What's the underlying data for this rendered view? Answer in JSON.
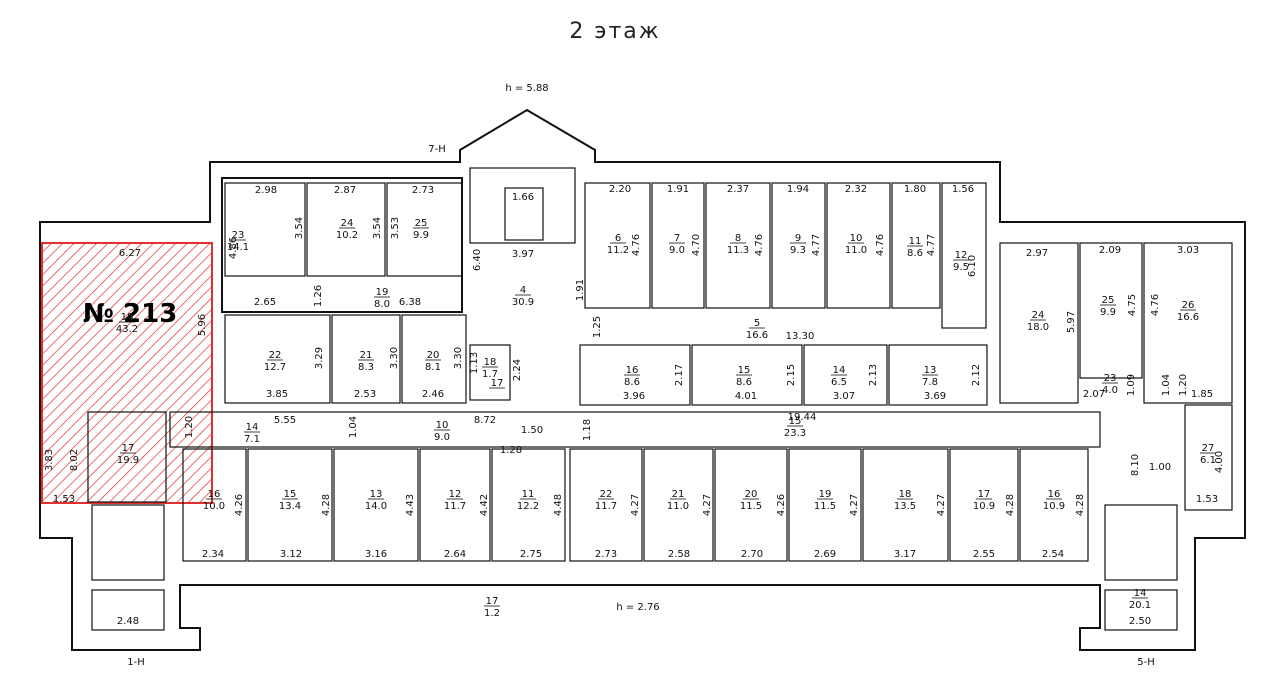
{
  "floor_title": "2 этаж",
  "highlight_label": "№ 213",
  "highlight_color": "#e03030",
  "markers": {
    "h_top": "h = 5.88",
    "h_bottom": "h = 2.76",
    "entrance_7": "7-Н",
    "entrance_1": "1-Н",
    "entrance_5": "5-Н"
  },
  "rooms": [
    {
      "num": "18",
      "area": "43.2"
    },
    {
      "num": "23",
      "area": "14.1"
    },
    {
      "num": "24",
      "area": "10.2"
    },
    {
      "num": "25",
      "area": "9.9"
    },
    {
      "num": "19",
      "area": "8.0"
    },
    {
      "num": "4",
      "area": "30.9"
    },
    {
      "num": "22",
      "area": "12.7"
    },
    {
      "num": "21",
      "area": "8.3"
    },
    {
      "num": "20",
      "area": "8.1"
    },
    {
      "num": "18",
      "area": "1.7"
    },
    {
      "num": "17",
      "area": ""
    },
    {
      "num": "6",
      "area": "11.2"
    },
    {
      "num": "7",
      "area": "9.0"
    },
    {
      "num": "8",
      "area": "11.3"
    },
    {
      "num": "9",
      "area": "9.3"
    },
    {
      "num": "10",
      "area": "11.0"
    },
    {
      "num": "11",
      "area": "8.6"
    },
    {
      "num": "12",
      "area": "9.5"
    },
    {
      "num": "5",
      "area": "16.6"
    },
    {
      "num": "16",
      "area": "8.6"
    },
    {
      "num": "15",
      "area": "8.6"
    },
    {
      "num": "14",
      "area": "6.5"
    },
    {
      "num": "13",
      "area": "7.8"
    },
    {
      "num": "24",
      "area": "18.0"
    },
    {
      "num": "25",
      "area": "9.9"
    },
    {
      "num": "26",
      "area": "16.6"
    },
    {
      "num": "23",
      "area": "4.0"
    },
    {
      "num": "17",
      "area": "19.9"
    },
    {
      "num": "14",
      "area": "7.1"
    },
    {
      "num": "10",
      "area": "9.0"
    },
    {
      "num": "15",
      "area": "23.3"
    },
    {
      "num": "16",
      "area": "10.0"
    },
    {
      "num": "15",
      "area": "13.4"
    },
    {
      "num": "13",
      "area": "14.0"
    },
    {
      "num": "12",
      "area": "11.7"
    },
    {
      "num": "11",
      "area": "12.2"
    },
    {
      "num": "22",
      "area": "11.7"
    },
    {
      "num": "21",
      "area": "11.0"
    },
    {
      "num": "20",
      "area": "11.5"
    },
    {
      "num": "19",
      "area": "11.5"
    },
    {
      "num": "18",
      "area": "13.5"
    },
    {
      "num": "17",
      "area": "10.9"
    },
    {
      "num": "16",
      "area": "10.9"
    },
    {
      "num": "27",
      "area": "6.1"
    },
    {
      "num": "17",
      "area": "1.2"
    },
    {
      "num": "14",
      "area": "20.1"
    }
  ],
  "dims": [
    "6.27",
    "5.96",
    "8.02",
    "3.83",
    "1.53",
    "2.98",
    "2.87",
    "2.73",
    "4.86",
    "3.54",
    "3.54",
    "3.53",
    "2.65",
    "1.26",
    "6.38",
    "3.29",
    "3.30",
    "3.30",
    "3.85",
    "2.53",
    "2.46",
    "6.40",
    "1.66",
    "3.97",
    "1.13",
    "2.24",
    "1.91",
    "1.25",
    "13.30",
    "2.20",
    "1.91",
    "2.37",
    "1.94",
    "2.32",
    "1.80",
    "1.56",
    "4.76",
    "4.70",
    "4.76",
    "4.77",
    "4.76",
    "4.77",
    "6.10",
    "2.17",
    "2.15",
    "2.13",
    "2.12",
    "3.96",
    "4.01",
    "3.07",
    "3.69",
    "2.97",
    "2.09",
    "3.03",
    "5.97",
    "4.75",
    "4.76",
    "1.09",
    "1.04",
    "1.20",
    "2.07",
    "1.85",
    "1.20",
    "5.55",
    "1.04",
    "8.72",
    "1.50",
    "1.28",
    "1.18",
    "19.44",
    "4.26",
    "4.28",
    "4.43",
    "4.42",
    "4.48",
    "4.27",
    "4.27",
    "4.26",
    "4.27",
    "4.27",
    "4.28",
    "4.28",
    "2.34",
    "3.12",
    "3.16",
    "2.64",
    "2.75",
    "2.73",
    "2.58",
    "2.70",
    "2.69",
    "3.17",
    "2.55",
    "2.54",
    "8.10",
    "1.00",
    "4.00",
    "1.53",
    "2.48",
    "2.50"
  ]
}
